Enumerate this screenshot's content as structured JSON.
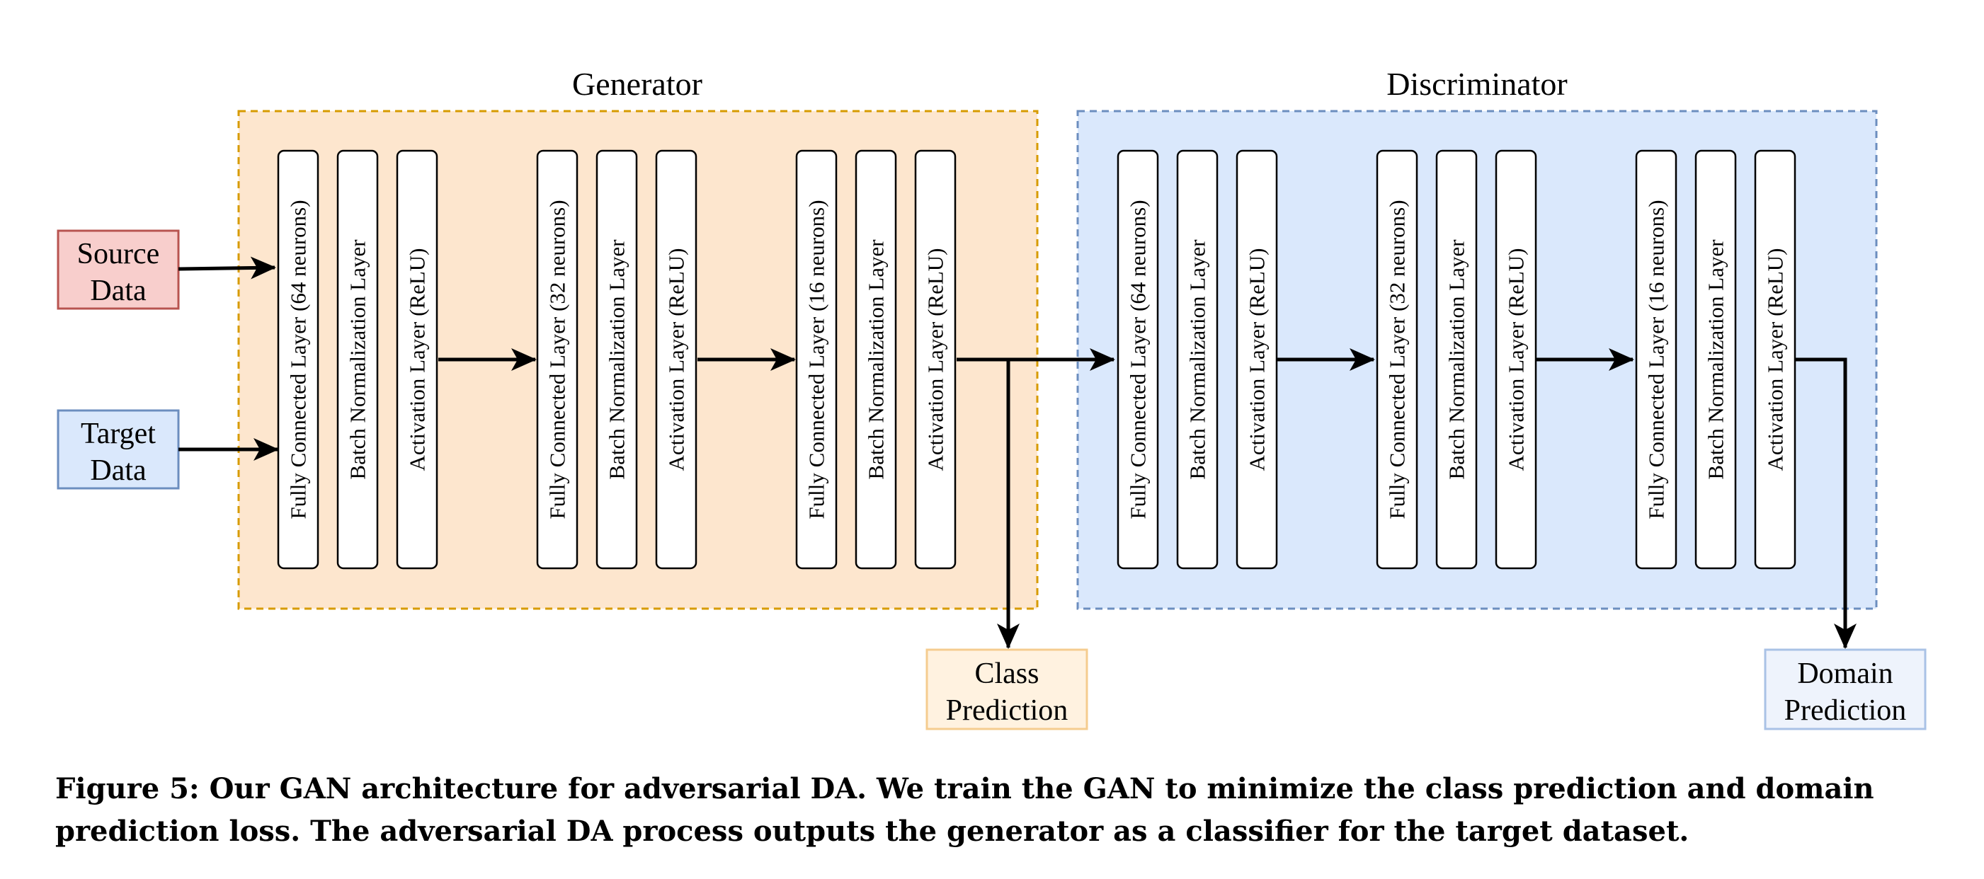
{
  "groups": {
    "generator": {
      "title": "Generator"
    },
    "discriminator": {
      "title": "Discriminator"
    }
  },
  "inputs": {
    "source": {
      "line1": "Source",
      "line2": "Data"
    },
    "target": {
      "line1": "Target",
      "line2": "Data"
    }
  },
  "outputs": {
    "class": {
      "line1": "Class",
      "line2": "Prediction"
    },
    "domain": {
      "line1": "Domain",
      "line2": "Prediction"
    }
  },
  "generator_blocks": [
    {
      "layers": [
        "Fully Connected Layer (64 neurons)",
        "Batch Normalization Layer",
        "Activation Layer (ReLU)"
      ]
    },
    {
      "layers": [
        "Fully Connected Layer (32 neurons)",
        "Batch Normalization Layer",
        "Activation Layer (ReLU)"
      ]
    },
    {
      "layers": [
        "Fully Connected Layer (16 neurons)",
        "Batch Normalization Layer",
        "Activation Layer (ReLU)"
      ]
    }
  ],
  "discriminator_blocks": [
    {
      "layers": [
        "Fully Connected Layer (64 neurons)",
        "Batch Normalization Layer",
        "Activation Layer (ReLU)"
      ]
    },
    {
      "layers": [
        "Fully Connected Layer (32 neurons)",
        "Batch Normalization Layer",
        "Activation Layer (ReLU)"
      ]
    },
    {
      "layers": [
        "Fully Connected Layer (16 neurons)",
        "Batch Normalization Layer",
        "Activation Layer (ReLU)"
      ]
    }
  ],
  "caption": {
    "label": "Figure 5:",
    "text": "Our GAN architecture for adversarial DA. We train the GAN to minimize the class prediction and domain prediction loss. The adversarial DA process outputs the generator as a classifier for the target dataset."
  },
  "colors": {
    "generator_fill": "#fde6ce",
    "generator_border": "#d79b00",
    "discriminator_fill": "#dae8fc",
    "discriminator_border": "#6c8ebf",
    "source_fill": "#f8cecc",
    "source_border": "#b85450",
    "target_fill": "#dae8fc",
    "target_border": "#6c8ebf",
    "class_fill": "#fff2e0",
    "class_border": "#f5cc8f",
    "domain_fill": "#eef3fc",
    "domain_border": "#a9c2e6"
  }
}
